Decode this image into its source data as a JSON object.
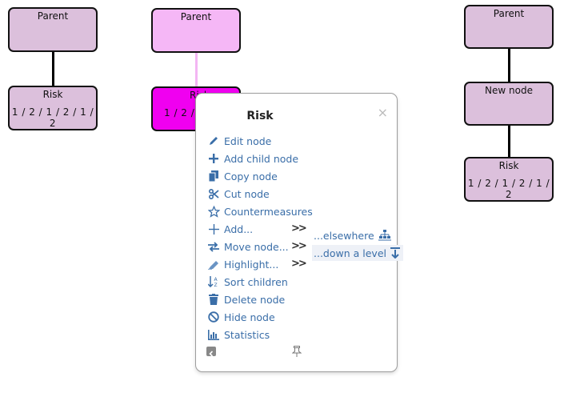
{
  "colors": {
    "node_default": "#dcc0dc",
    "node_parent_highlight": "#f5b7f6",
    "node_selected": "#f000f0",
    "edge": "#000000",
    "edge_highlight": "#f3b6f3",
    "menu_text": "#3a6ea8"
  },
  "tree_left": {
    "parent": {
      "title": "Parent"
    },
    "risk": {
      "title": "Risk",
      "values": "1 / 2 / 1 / 2 / 1 / 2"
    }
  },
  "tree_middle": {
    "parent": {
      "title": "Parent"
    },
    "risk": {
      "title": "Risk",
      "values": "1 / 2 / 1"
    }
  },
  "tree_right": {
    "parent": {
      "title": "Parent"
    },
    "new_node": {
      "title": "New node"
    },
    "risk": {
      "title": "Risk",
      "values": "1 / 2 / 1 / 2 / 1 / 2"
    }
  },
  "context_menu": {
    "title": "Risk",
    "close": "×",
    "items": [
      {
        "label": "Edit node",
        "icon": "pencil-icon"
      },
      {
        "label": "Add child node",
        "icon": "plus-icon"
      },
      {
        "label": "Copy node",
        "icon": "copy-icon"
      },
      {
        "label": "Cut node",
        "icon": "scissors-icon"
      },
      {
        "label": "Countermeasures",
        "icon": "star-icon"
      },
      {
        "label": "Add...",
        "icon": "plus-thin-icon",
        "submenu": ">>"
      },
      {
        "label": "Move node...",
        "icon": "swap-arrows-icon",
        "submenu": ">>"
      },
      {
        "label": "Highlight...",
        "icon": "highlighter-icon",
        "submenu": ">>"
      },
      {
        "label": "Sort children",
        "icon": "sort-az-icon"
      },
      {
        "label": "Delete node",
        "icon": "trash-icon"
      },
      {
        "label": "Hide node",
        "icon": "ban-icon"
      },
      {
        "label": "Statistics",
        "icon": "bar-chart-icon"
      }
    ],
    "submenu": [
      {
        "label": "...elsewhere",
        "icon": "sitemap-icon"
      },
      {
        "label": "...down a level",
        "icon": "arrow-down-bar-icon"
      }
    ],
    "footer": {
      "left_icon": "collapse-left-icon",
      "right_icon": "pin-icon"
    }
  }
}
